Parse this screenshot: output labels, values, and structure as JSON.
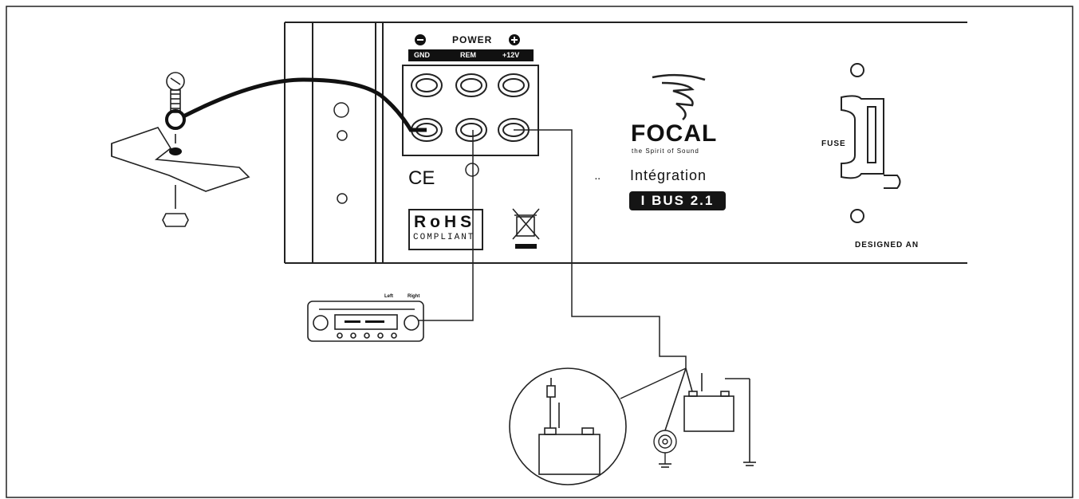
{
  "amplifier": {
    "power_header": "POWER",
    "minus_symbol": "−",
    "plus_symbol": "+",
    "terminals": [
      "GND",
      "REM",
      "+12V"
    ],
    "ce_mark": "CE",
    "rohs": {
      "title": "RoHS",
      "subtitle": "COMPLIANT"
    },
    "brand": "FOCAL",
    "tagline": "the Spirit of Sound",
    "product_line": "Intégration",
    "model": "I BUS 2.1",
    "fuse_label": "FUSE",
    "designed_label": "DESIGNED AN",
    "separator": ".."
  },
  "head_unit": {
    "left_label": "Left",
    "right_label": "Right"
  },
  "colors": {
    "ink": "#111111",
    "background": "#ffffff",
    "pill": "#151515"
  }
}
